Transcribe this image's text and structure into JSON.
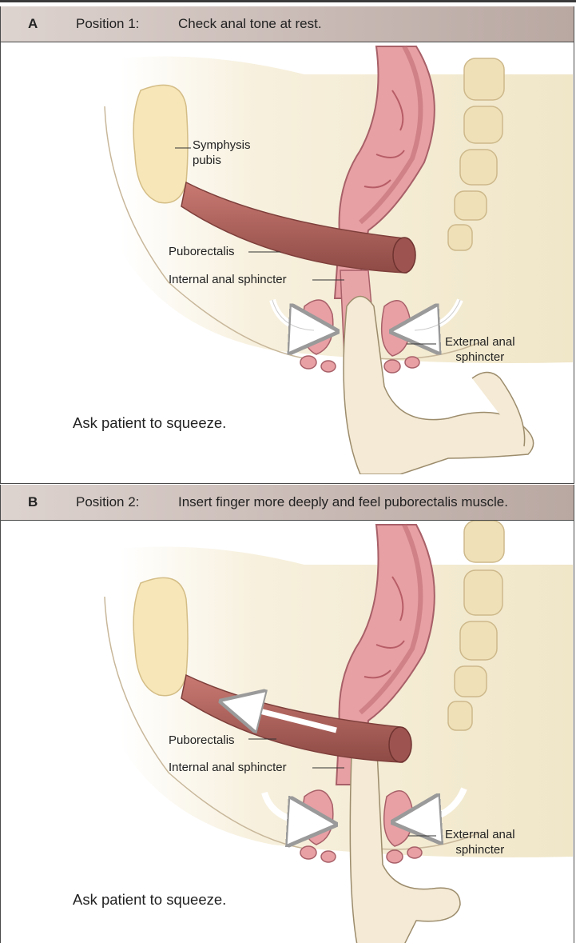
{
  "panel_a": {
    "letter": "A",
    "position": "Position 1:",
    "caption": "Check anal tone at rest.",
    "labels": {
      "symphysis_line1": "Symphysis",
      "symphysis_line2": "pubis",
      "puborectalis": "Puborectalis",
      "internal_sphincter": "Internal anal sphincter",
      "external_line1": "External anal",
      "external_line2": "sphincter"
    },
    "instruction": "Ask patient to squeeze."
  },
  "panel_b": {
    "letter": "B",
    "position": "Position 2:",
    "caption": "Insert finger more deeply and feel puborectalis muscle.",
    "labels": {
      "puborectalis": "Puborectalis",
      "internal_sphincter": "Internal anal sphincter",
      "external_line1": "External anal",
      "external_line2": "sphincter"
    },
    "instruction": "Ask patient to squeeze."
  },
  "colors": {
    "header_bg": "#c9bab5",
    "body_tint": "#f3ead3",
    "tissue": "#d98a8f",
    "bone": "#efe0b8",
    "skin": "#f4ead5"
  },
  "icons": [
    "inward-arrow-icon",
    "pull-arrow-icon"
  ]
}
